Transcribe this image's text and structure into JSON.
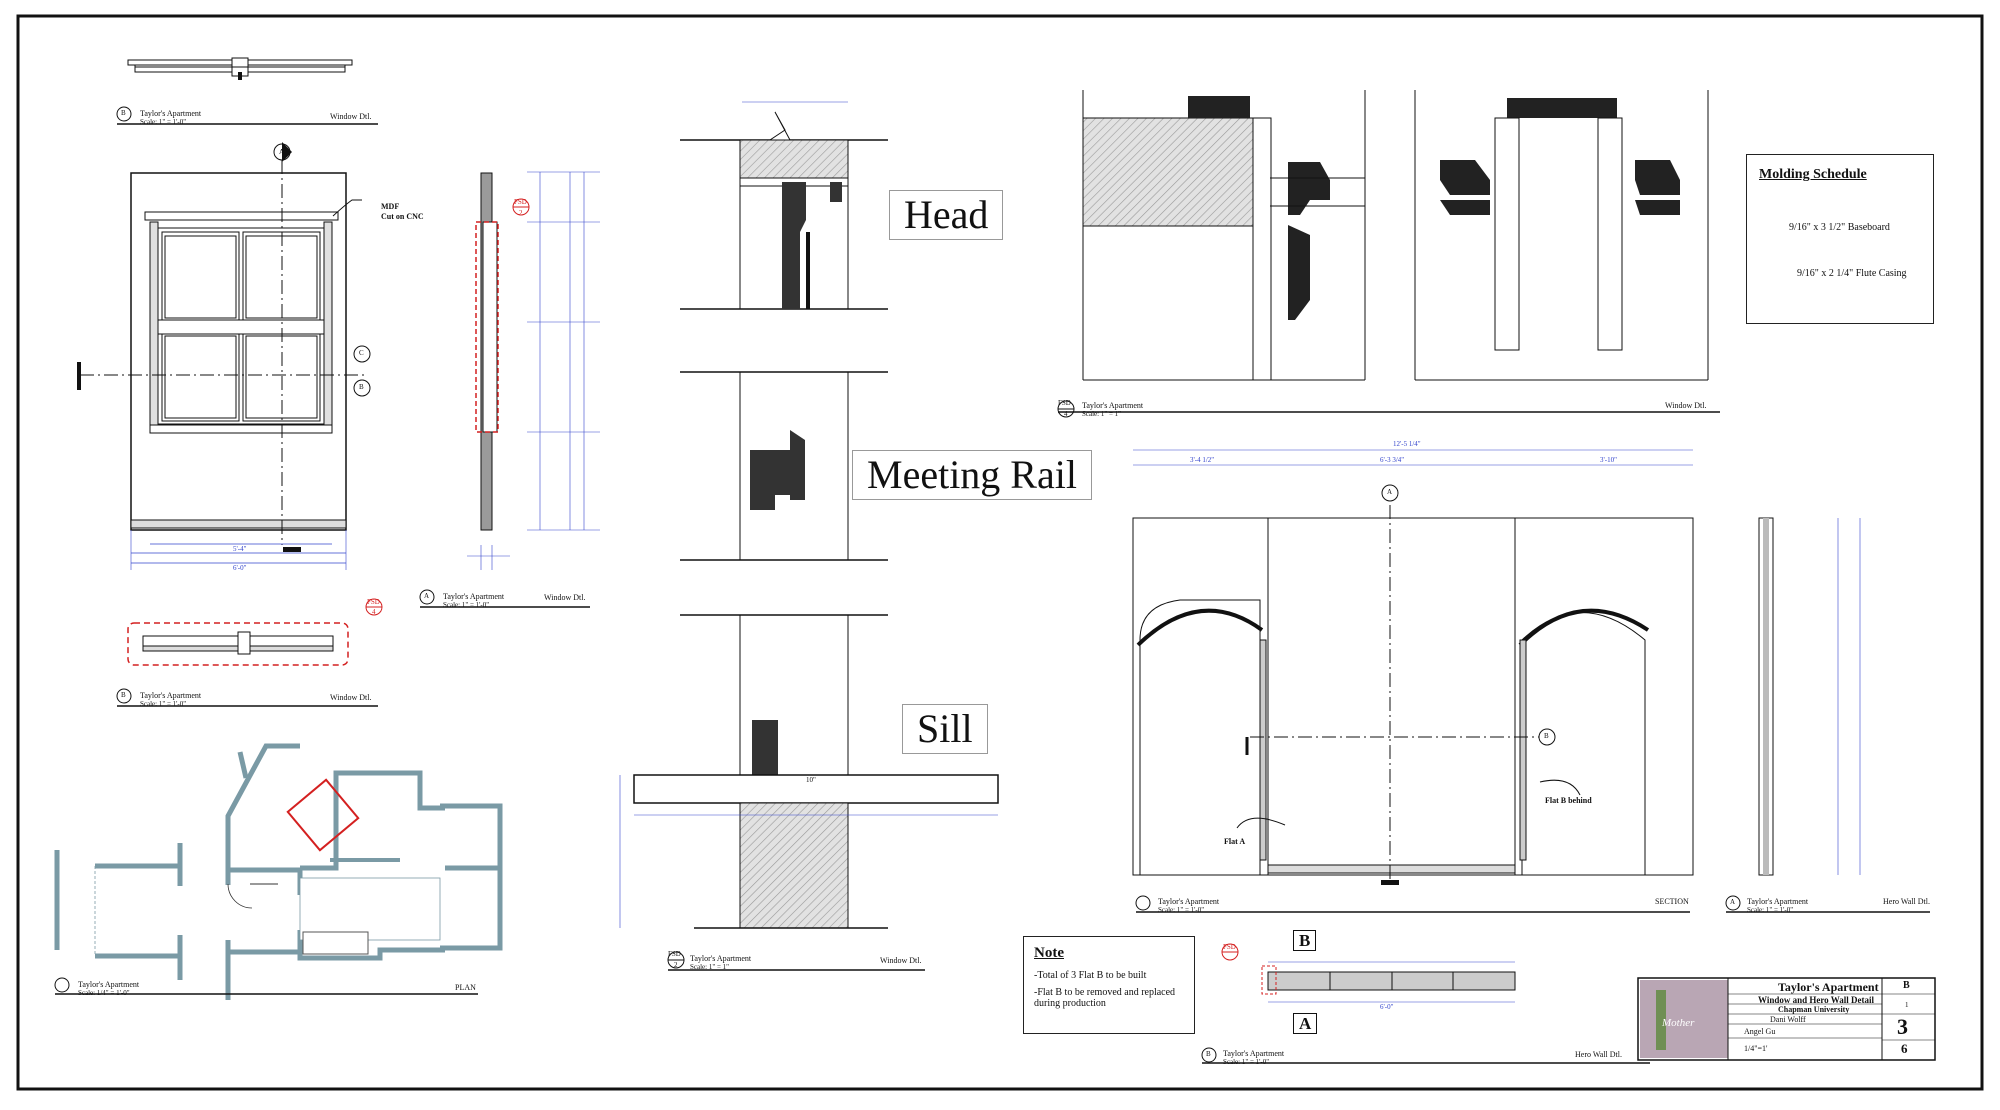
{
  "views": {
    "b_top": {
      "title": "Taylor's Apartment",
      "scale": "Scale: 1\" = 1'-0\"",
      "type": "Window Dtl.",
      "marker": "B"
    },
    "a_side": {
      "title": "Taylor's Apartment",
      "scale": "Scale: 1\" = 1'-0\"",
      "type": "Window Dtl.",
      "marker": "A"
    },
    "b_bottom": {
      "title": "Taylor's Apartment",
      "scale": "Scale: 1\" = 1'-0\"",
      "type": "Window Dtl.",
      "marker": "B"
    },
    "plan": {
      "title": "Taylor's Apartment",
      "scale": "Scale: 1/4\" = 1'-0\"",
      "type": "PLAN"
    },
    "fsd2": {
      "title": "Taylor's Apartment",
      "scale": "Scale: 1\" = 1\"",
      "type": "Window Dtl.",
      "marker": "FSD",
      "num": "2"
    },
    "fsd4": {
      "title": "Taylor's Apartment",
      "scale": "Scale: 1\" = 1\"",
      "type": "Window Dtl.",
      "marker": "FSD",
      "num": "4"
    },
    "section": {
      "title": "Taylor's Apartment",
      "scale": "Scale: 1\" = 1'-0\"",
      "type": "SECTION"
    },
    "hero_a": {
      "title": "Taylor's Apartment",
      "scale": "Scale: 1\" = 1'-0\"",
      "type": "Hero Wall Dtl.",
      "marker": "A"
    },
    "hero_b": {
      "title": "Taylor's Apartment",
      "scale": "Scale: 1\" = 1'-0\"",
      "type": "Hero Wall Dtl.",
      "marker": "B"
    }
  },
  "callouts": {
    "mdf": "MDF",
    "cut_cnc": "Cut on CNC",
    "fsd": "FSD",
    "fsd_2": "2",
    "fsd_4": "4",
    "flat_a": "Flat A",
    "flat_b_behind": "Flat B behind",
    "a": "A",
    "b": "B",
    "c": "C"
  },
  "section_labels": {
    "head": "Head",
    "meeting_rail": "Meeting Rail",
    "sill": "Sill"
  },
  "molding_schedule": {
    "title": "Molding Schedule",
    "items": [
      "9/16\" x 3 1/2\" Baseboard",
      "9/16\" x 2 1/4\" Flute Casing"
    ]
  },
  "note": {
    "title": "Note",
    "lines": [
      "-Total of 3 Flat B to be built",
      "-Flat B to be removed and replaced during production"
    ]
  },
  "flat_labels": {
    "top": "B",
    "bottom": "A"
  },
  "title_block": {
    "project": "Taylor's Apartment",
    "drawing": "Window and Hero Wall Detail",
    "school": "Chapman University",
    "designer": "Dani Wolff",
    "drafter": "Angel Gu",
    "scale": "1/4\"=1'",
    "sheet": "3",
    "of": "6",
    "rev": "B",
    "set": "1",
    "poster_text": "Mother"
  },
  "dims": {
    "w_total": "6'-0\"",
    "w_inner": "5'-4\"",
    "sill_w": "10\"",
    "hero_total": "12'-5 1/4\"",
    "hero_left": "3'-4 1/2\"",
    "hero_mid": "6'-3 3/4\"",
    "hero_right": "3'-10\"",
    "flat_w": "6'-0\""
  },
  "colors": {
    "ink": "#111111",
    "dim": "#3344cc",
    "red": "#d42020",
    "wall": "#7a9aa5",
    "hatch": "#cfcfcf",
    "dark": "#333333"
  }
}
